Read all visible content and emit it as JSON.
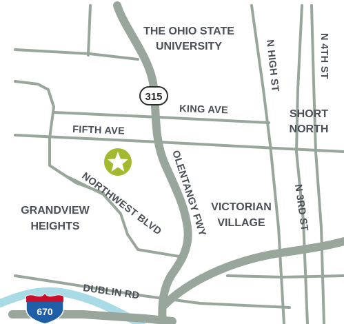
{
  "colors": {
    "road": "#98a69c",
    "highway": "#98a69c",
    "river": "#a9dbe6",
    "label": "#4a4f56",
    "marker": "#a3b92f",
    "interstate_blue": "#1f5fa8",
    "interstate_red": "#c8102e"
  },
  "areas": {
    "osu_line1": "THE OHIO STATE",
    "osu_line2": "UNIVERSITY",
    "short_north_line1": "SHORT",
    "short_north_line2": "NORTH",
    "grandview_line1": "GRANDVIEW",
    "grandview_line2": "HEIGHTS",
    "victorian_line1": "VICTORIAN",
    "victorian_line2": "VILLAGE"
  },
  "streets": {
    "king_ave": "KING AVE",
    "fifth_ave": "FIFTH AVE",
    "northwest_blvd": "NORTHWEST BLVD",
    "olentangy_fwy": "OLENTANGY FWY",
    "n_high_st": "N HIGH ST",
    "n_4th_st": "N 4TH ST",
    "n_3rd_st": "N 3RD ST",
    "dublin_rd": "DUBLIN RD"
  },
  "route_shields": {
    "state_route": "315",
    "interstate": "670"
  },
  "marker": {
    "icon": "star-icon"
  }
}
